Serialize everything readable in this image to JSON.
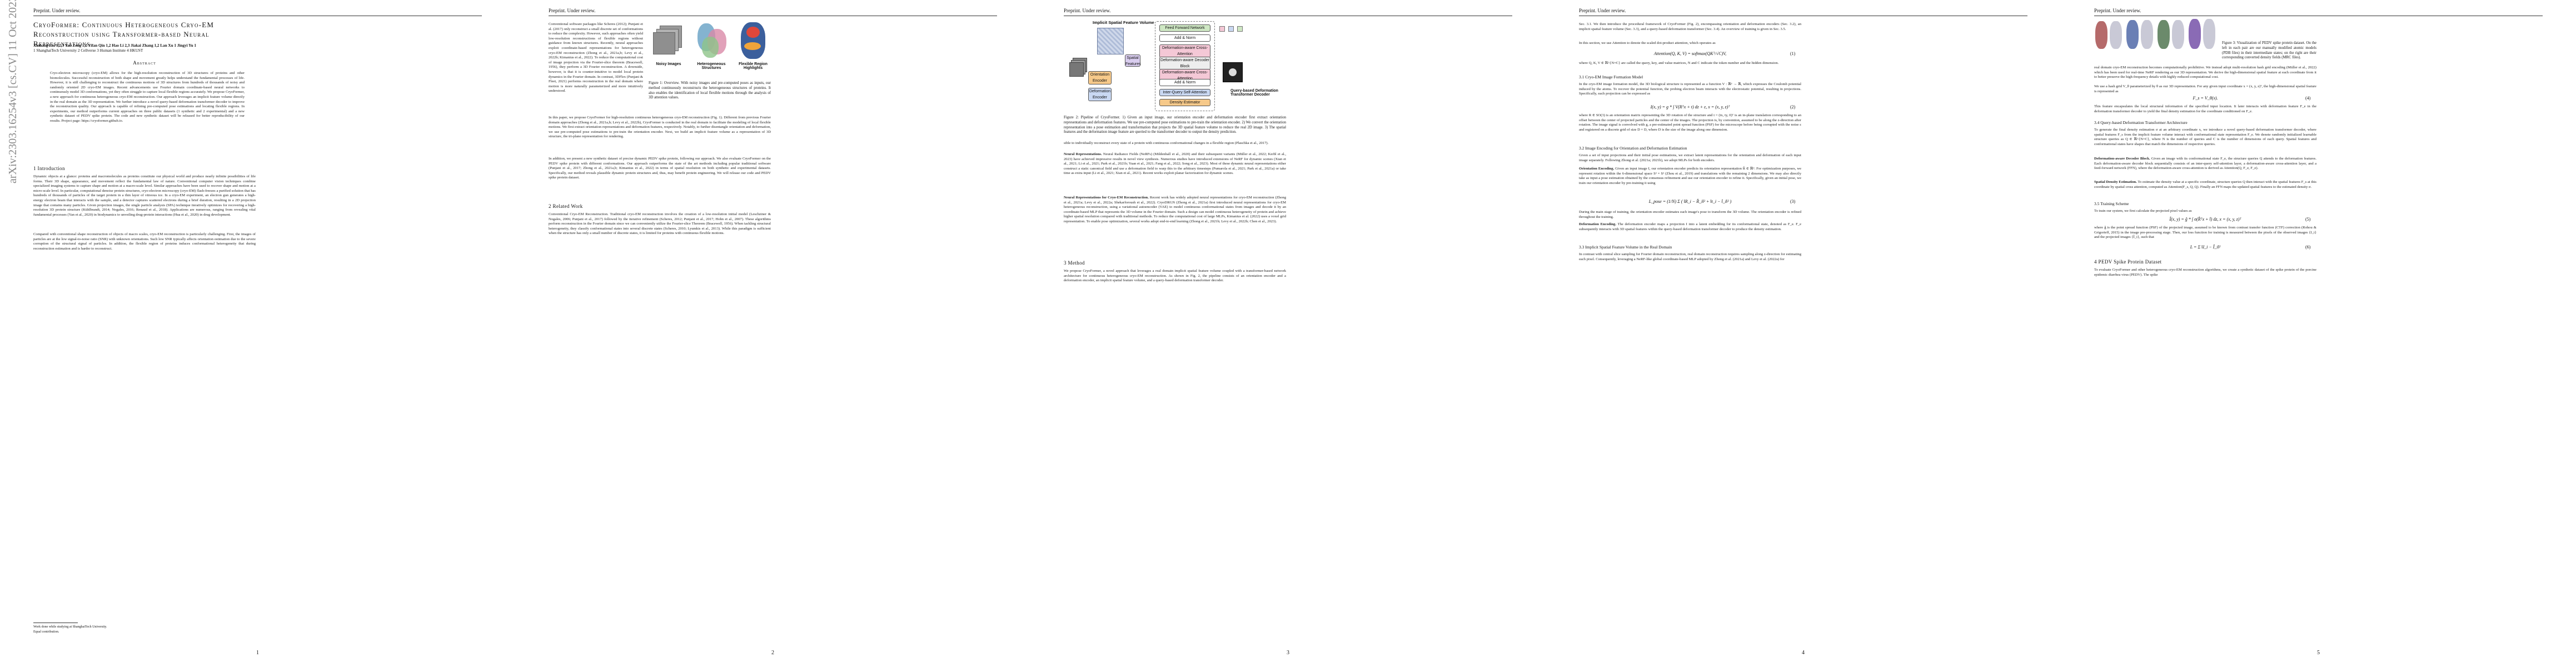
{
  "header": "Preprint. Under review.",
  "arxiv_stamp": "arXiv:2303.16254v3  [cs.CV]  11 Oct 2023",
  "page_numbers": [
    "1",
    "2",
    "3",
    "4",
    "5"
  ],
  "page1": {
    "title": "CryoFormer: Continuous Heterogeneous Cryo-EM Reconstruction using Transformer-based Neural Representations",
    "authors": "Xinhang Liu 1,2,3 Yan Zeng 1,2 Yifan Qin 1,2 Hao Li 2,3 Jiakai Zhang 1,2 Lan Xu 1 Jingyi Yu 1",
    "affiliations": "1 ShanghaiTech University   2 Cellverse   3 Human Institute   4 HKUST",
    "abstract_heading": "Abstract",
    "abstract": "Cryo-electron microscopy (cryo-EM) allows for the high-resolution reconstruction of 3D structures of proteins and other biomolecules. Successful reconstruction of both shape and movement greatly helps understand the fundamental processes of life. However, it is still challenging to reconstruct the continuous motions of 3D structures from hundreds of thousands of noisy and randomly oriented 2D cryo-EM images. Recent advancements use Fourier domain coordinate-based neural networks to continuously model 3D conformations, yet they often struggle to capture local flexible regions accurately. We propose CryoFormer, a new approach for continuous heterogeneous cryo-EM reconstruction. Our approach leverages an implicit feature volume directly in the real domain as the 3D representation. We further introduce a novel query-based deformation transformer decoder to improve the reconstruction quality. Our approach is capable of refining pre-computed pose estimations and locating flexible regions. In experiments, our method outperforms current approaches on three public datasets (1 synthetic and 2 experimental) and a new synthetic dataset of PEDV spike protein. The code and new synthetic dataset will be released for better reproducibility of our results. Project page: https://cryoformer.github.io.",
    "intro_heading": "1   Introduction",
    "intro": "Dynamic objects at a glance: proteins and macromolecules as proteins constitute our physical world and produce nearly infinite possibilities of life forms. Their 3D shape, appearance, and movement reflect the fundamental law of nature. Conventional computer vision techniques combine specialized imaging systems to capture shape and motion at a macro-scale level. Similar approaches have been used to recover shape and motion at a micro-scale level. In particular, computational denoise protein structures, cryo-electron microscopy (cryo-EM) flash-freezes a purified solution that has hundreds of thousands of particles of the target protein in a thin layer of vitreous ice. In a cryo-EM experiment, an electron gun generates a high-energy electron beam that interacts with the sample, and a detector captures scattered electrons during a brief duration, resulting in a 2D projection image that contains many particles. Given projection images, the single particle analysis (SPA) technique iteratively optimizes for recovering a high-resolution 3D protein structure (Kühlbrandt, 2014; Nogales, 2016; Renaud et al., 2018). Applications are numerous, ranging from revealing vital fundamental processes (Yan et al., 2020) in biodynamics to unveiling drug-protein interactions (Hua et al., 2020) in drug development.",
    "intro2": "Compared with conventional shape reconstruction of objects of macro scales, cryo-EM reconstruction is particularly challenging. First, the images of particles are at the low signal-to-noise ratio (SNR) with unknown orientations. Such low SNR typically affects orientation estimation due to the severe corruption of the structural signal of particles. In addition, the flexible region of proteins induces conformational heterogeneity that during reconstruction estimation and is harder to reconstruct.",
    "footnote1": "Work done while studying at ShanghaiTech University.",
    "footnote2": "Equal contribution."
  },
  "page2": {
    "intro_cont": "Conventional software packages like Scheres (2012); Punjani et al. (2017) only reconstruct a small discrete set of conformations to reduce the complexity. However, such approaches often yield low-resolution reconstructions of flexible regions without guidance from known structures. Recently, neural approaches exploit coordinate-based representations for heterogeneous cryo-EM reconstruction (Zhong et al., 2021a,b; Levy et al., 2022b; Kimanius et al., 2022). To reduce the computational cost of image projection via the Fourier-slice theorem (Bracewell, 1956), they perform a 3D Fourier reconstruction. A downside, however, is that it is counter-intuitive to model local protein dynamics in the Fourier domain. In contrast, 3DFlex (Punjani & Fleet, 2021) performs reconstruction in the real domain where motion is more naturally parameterized and more intuitively understood.",
    "fig1_labels": [
      "Noisy Images",
      "Heterogeneous Structures",
      "Flexible Region Highlights"
    ],
    "fig1_caption": "Figure 1: Overview. With noisy images and pre-computed poses as inputs, our method continuously reconstructs the heterogeneous structures of proteins. It also enables the identification of local flexible motions through the analysis of 3D attention values.",
    "para2": "In this paper, we propose CryoFormer for high-resolution continuous heterogeneous cryo-EM reconstruction (Fig. 1). Different from previous Fourier domain approaches (Zhong et al., 2021a,b; Levy et al., 2022b), CryoFormer is conducted in the real domain to facilitate the modeling of local flexible motions. We first extract orientation representations and deformation features, respectively. Notably, to further disentangle orientation and deformation, we use pre-computed pose estimations to pre-train the orientation encoder. Next, we build an implicit feature volume as a representation of 3D structure, the tri-plane representation for rendering.",
    "para3": "In addition, we present a new synthetic dataset of precise dynamic PEDV spike protein, following our approach. We also evaluate CryoFormer on the PEDV spike protein with different conformations. Our approach outperforms the state of the art methods including popular traditional software (Punjani et al., 2017; Zhong et al., 2021a,b; Kimanius et al., 2022) in terms of spatial resolution on both synthetic and experimental datasets. Specifically, our method reveals plausible dynamic protein structures and, thus, may benefit protein engineering. We will release our code and PEDV spike protein dataset.",
    "related_heading": "2   Related Work",
    "related": "Conventional Cryo-EM Reconstruction. Traditional cryo-EM reconstruction involves the creation of a low-resolution initial model (Leschziner & Nogales, 2006; Punjani et al., 2017) followed by the iterative refinement (Scheres, 2012; Punjani et al., 2017; Hohn et al., 2007). These algorithms perform reconstruction in the Fourier domain since we can conveniently utilize the Fourier-slice Theorem (Bracewell, 1956). When tackling structural heterogeneity, they classify conformational states into several discrete states (Scheres, 2010; Lyumkis et al., 2013). While this paradigm is sufficient when the structure has only a small number of discrete states, it is limited for proteins with continuous flexible motions."
  },
  "page3": {
    "fig2_title": "Implicit Spatial Feature Volume",
    "fig2_boxes": [
      "Feed Forward Network",
      "Add & Norm",
      "Deformation-aware Cross-Attention",
      "Deformation-aware Decoder Block",
      "Deformation-aware Cross-Attention",
      "Add & Norm",
      "Inter-Query Self-Attention",
      "Orientation Encoder",
      "Deformation Encoder",
      "Density Estimator",
      "Spatial Features"
    ],
    "fig2_side": "Query-based Deformation Transformer Decoder",
    "fig2_caption": "Figure 2: Pipeline of CryoFormer. 1) Given an input image, our orientation encoder and deformation encoder first extract orientation representations and deformation features. We use pre-computed pose estimations to pre-train the orientation encoder. 2) We convert the orientation representation into a pose estimation and transformation that projects the 3D spatial feature volume to reduce the real 2D image. 3) The spatial features and the deformation image feature are queried to the transformer decoder to output the density prediction.",
    "para": "sible to individually reconstruct every state of a protein with continuous conformational changes in a flexible region (Plaschka et al., 2017).",
    "nr_heading": "Neural Representations.",
    "nr": "Neural Radiance Fields (NeRFs) (Mildenhall et al., 2020) and their subsequent variants (Müller et al., 2022; Kerbl et al., 2023) have achieved impressive results in novel view synthesis. Numerous studies have introduced extensions of NeRF for dynamic scenes (Xian et al., 2021; Li et al., 2021; Park et al., 2021b; Yuan et al., 2021; Fang et al., 2022; Song et al., 2023). Most of these dynamic neural representations either construct a static canonical field and use a deformation field to warp this to the arbitrary timesteps (Pumarola et al., 2021; Park et al., 2021a) or take time as extra input (Li et al., 2021; Xian et al., 2021). Recent works exploit planar factorization for dynamic scenes.",
    "nrc_heading": "Neural Representations for Cryo-EM Reconstruction.",
    "nrc": "Recent work has widely adopted neural representations for cryo-EM reconstruction (Zhong et al., 2021a; Levy et al., 2022a; Shekarforoush et al., 2022). CryoDRGN (Zhong et al., 2021a) first introduced neural representations for cryo-EM heterogeneous reconstruction, using a variational autoencoder (VAE) to model continuous conformational states from images and decode it by an coordinate-based MLP that represents the 3D volume in the Fourier domain. Such a design can model continuous heterogeneity of protein and achieve higher spatial resolution compared with traditional methods. To reduce the computational cost of large MLPs, Kimanius et al. (2022) uses a voxel grid representation. To enable pose optimization, several works adopt end-to-end learning (Zhong et al., 2021b; Levy et al., 2022b; Chen et al., 2023).",
    "method_heading": "3   Method",
    "method": "We propose CryoFormer, a novel approach that leverages a real domain implicit spatial feature volume coupled with a transformer-based network architecture for continuous heterogeneous cryo-EM reconstruction. As shown in Fig. 2, the pipeline consists of an orientation encoder and a deformation encoder, an implicit spatial feature volume, and a query-based deformation transformer decoder."
  },
  "page4": {
    "intro": "Sec. 3.1. We then introduce the procedural framework of CryoFormer (Fig. 2), encompassing orientation and deformation encoders (Sec. 3.2), an implicit spatial feature volume (Sec. 3.3), and a query-based deformation transformer (Sec. 3.4). An overview of training is given in Sec. 3.5.",
    "attn_intro": "In this section, we use Attention to denote the scaled dot-product attention, which operates as",
    "eq1": "Attention(Q, K, V) = softmax(QKᵀ/√C)V,",
    "eq1_num": "(1)",
    "attn_where": "where Q, K, V ∈ ℝ^{N×C} are called the query, key, and value matrices, N and C indicate the token number and the hidden dimension.",
    "s31": "3.1   Cryo-EM Image Formation Model",
    "s31_text": "In the cryo-EM image formation model, the 3D biological structure is represented as a function V : ℝ³ → ℝ, which expresses the Coulomb potential induced by the atoms. To recover the potential function, the probing electron beam interacts with the electrostatic potential, resulting in projections. Specifically, each projection can be expressed as",
    "eq2": "I(x, y) = g * ∫ V(Rᵀx + t) dz + ε,   x = (x, y, z)ᵀ",
    "eq2_num": "(2)",
    "s31_where": "where R ∈ SO(3) is an orientation matrix representing the 3D rotation of the structure and t = (tx, ty, 0)ᵀ is an in-plane translation corresponding to an offset between the center of projected particles and the center of the images. The projection is, by convention, assumed to be along the z-direction after rotation. The image signal is convolved with g, a pre-estimated point spread function (PSF) for the microscope before being corrupted with the noise ε and registered on a discrete grid of size D × D, where D is the size of the image along one dimension.",
    "s32": "3.2   Image Encoding for Orientation and Deformation Estimation",
    "s32_text": "Given a set of input projections and their initial pose estimations, we extract latent representations for the orientation and deformation of each input image separately. Following Zhong et al. (2021a; 2021b), we adopt MLPs for both encoders.",
    "oe_heading": "Orientation Encoding.",
    "oe": "Given an input image I, our orientation encoder predicts its orientation representation R̂ ∈ ℝ⁹. For optimization purposes, we represent rotation within the 6-dimensional space S² × S² (Zhou et al., 2019) and translations with the remaining 2 dimensions. We may also directly take as input a pose estimation obtained by the consensus refinement and use our orientation encoder to refine it. Specifically, given an initial pose, we train our orientation encoder by pre-training it using",
    "eq3": "L_pose = (1/N) Σ ( ‖R_i − R̂_i‖² + ‖t_i − t̂_i‖² )",
    "eq3_num": "(3)",
    "s32_after": "During the main stage of training, the orientation encoder estimates each image's pose to transform the 3D volume. The orientation encoder is refined throughout the training.",
    "de_heading": "Deformation Encoding.",
    "de": "The deformation encoder maps a projection I into a latent embedding for its conformational state, denoted as F_e. F_e subsequently interacts with 3D spatial features within the query-based deformation transformer decoder to produce the density estimation.",
    "s33": "3.3   Implicit Spatial Feature Volume in the Real Domain",
    "s33_text": "In contrast with central slice sampling for Fourier domain reconstruction, real domain reconstruction requires sampling along z-direction for estimating each pixel. Consequently, leveraging a NeRF-like global coordinate-based MLP adopted by Zhong et al. (2021a) and Levy et al. (2022a) for"
  },
  "page5": {
    "fig3_caption": "Figure 3: Visualization of PEDV spike protein dataset. On the left in each pair are our manually modified atomic models (PDB files) in their intermediate states; on the right are their corresponding converted density fields (MRC files).",
    "para1": "real domain cryo-EM reconstruction becomes computationally prohibitive. We instead adopt multi-resolution hash grid encoding (Müller et al., 2022) which has been used for real-time NeRF rendering as our 3D representation. We derive the high-dimensional spatial feature at each coordinate from it to better preserve the high-frequency details with highly reduced computational cost.",
    "para2": "We use a hash grid V_θ parameterized by θ as our 3D representation. For any given input coordinate x = (x, y, z)ᵀ, the high-dimensional spatial feature is represented as",
    "eq4": "F_s = V_θ(x).",
    "eq4_num": "(4)",
    "para3": "This feature encapsulates the local structural information of the specified input location. It later interacts with deformation feature F_e in the deformation transformer decoder to yield the final density estimation for the coordinate conditioned on F_e.",
    "s34": "3.4   Query-based Deformation Transformer Architecture",
    "s34_text": "To generate the final density estimation σ at an arbitrary coordinate x, we introduce a novel query-based deformation transformer decoder, where spatial features F_s from the implicit feature volume interact with conformational state representation F_e. We denote randomly initialized learnable structure queries as Q ∈ ℝ^{N×C}, where N is the number of queries and C is the number of dimensions of each query. Spatial features and conformational states have shapes that match the dimensions of respective queries.",
    "dd_heading": "Deformation-aware Decoder Block.",
    "dd": "Given an image with its conformational state F_e, the structure queries Q attends to the deformation features. Each deformation-aware decoder block sequentially consists of an inter-query self-attention layer, a deformation-aware cross-attention layer, and a feed-forward network (FFN), where the deformation-aware cross-attention is derived as Attention(Q, F_e, F_e).",
    "sd_heading": "Spatial Density Estimation.",
    "sd": "To estimate the density value at a specific coordinate, structure queries Q then interact with the spatial features F_s at this coordinate by spatial cross attention, computed as Attention(F_s, Q, Q). Finally an FFN maps the updated spatial features to the estimated density σ.",
    "s35": "3.5   Training Scheme",
    "s35_text": "To train our system, we first calculate the projected pixel values as",
    "eq5": "Î(x, y) = ĝ * ∫ σ(R̂ᵀx + t̂) dz,   x = (x, y, z)ᵀ",
    "eq5_num": "(5)",
    "s35_where": "where ĝ is the point spread function (PSF) of the projected image, assumed to be known from contrast transfer function (CTF) correction (Rohou & Grigorieff, 2015) in the image pre-processing stage. Then, our loss function for training is measured between the pixels of the observed images {I_i} and the projected images {Î_i}, such that",
    "eq6": "L = Σ ‖I_i − Î_i‖²",
    "eq6_num": "(6)",
    "s4": "4   PEDV Spike Protein Dataset",
    "s4_text": "To evaluate CryoFormer and other heterogeneous cryo-EM reconstruction algorithms, we create a synthetic dataset of the spike protein of the porcine epidemic diarrhea virus (PEDV). The spike"
  },
  "colors": {
    "orange_box": "#f6c98a",
    "blue_box": "#c9d8f2",
    "green_box": "#cfe8c4",
    "pink_box": "#f4c8d6",
    "purple_box": "#d9cdef",
    "gray_text": "#888888"
  }
}
